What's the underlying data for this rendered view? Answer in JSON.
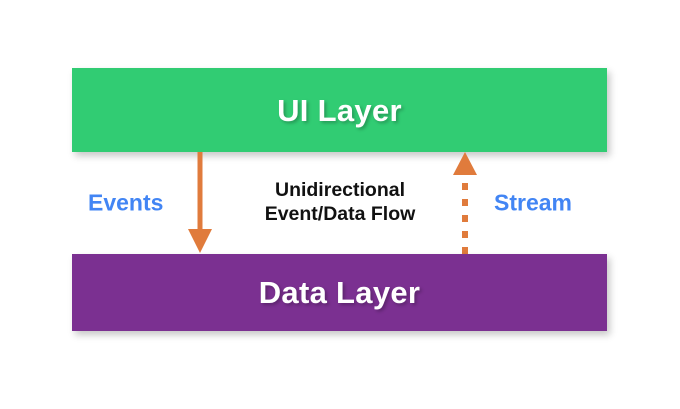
{
  "diagram": {
    "title_hidden": "Unidirectional Event/Data Flow between UI Layer and Data Layer",
    "background_color": "#ffffff",
    "layers": [
      {
        "id": "ui-layer",
        "label": "UI Layer",
        "color": "#31cc73",
        "text_color": "#ffffff",
        "position": "top"
      },
      {
        "id": "data-layer",
        "label": "Data Layer",
        "color": "#7b3091",
        "text_color": "#ffffff",
        "position": "bottom"
      }
    ],
    "flow": {
      "caption_line1": "Unidirectional",
      "caption_line2": "Event/Data Flow",
      "caption_color": "#111111",
      "left_label": "Events",
      "right_label": "Stream",
      "label_color": "#4285f4",
      "arrow_color": "#e07b3c",
      "arrows": [
        {
          "id": "events-arrow",
          "name": "events-down-arrow",
          "direction": "down",
          "style": "solid",
          "from": "UI Layer",
          "to": "Data Layer",
          "label": "Events"
        },
        {
          "id": "stream-arrow",
          "name": "stream-up-arrow",
          "direction": "up",
          "style": "dashed",
          "from": "Data Layer",
          "to": "UI Layer",
          "label": "Stream"
        }
      ]
    }
  }
}
